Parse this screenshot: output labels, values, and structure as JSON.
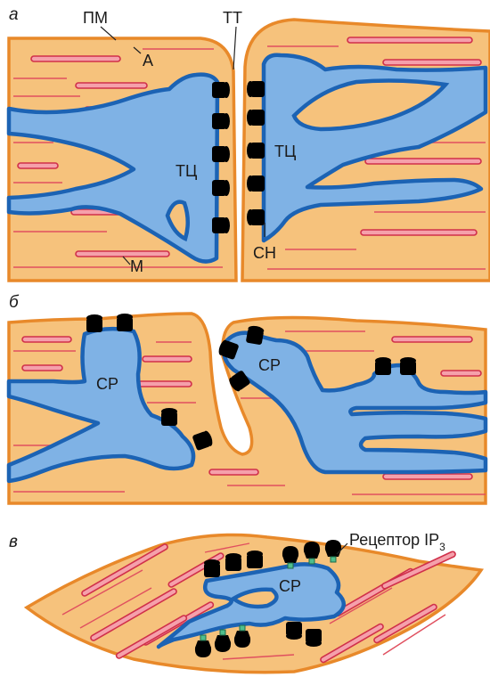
{
  "panels": {
    "a": {
      "letter": "а",
      "labels": {
        "pm": "ПМ",
        "a": "А",
        "tt": "ТТ",
        "tc_left": "ТЦ",
        "tc_right": "ТЦ",
        "m": "М",
        "sn": "СН"
      }
    },
    "b": {
      "letter": "б",
      "labels": {
        "sr_left": "СР",
        "sr_right": "СР"
      }
    },
    "c": {
      "letter": "в",
      "labels": {
        "sr": "СР",
        "receptor": "Рецептор IP",
        "receptor_sub": "3"
      }
    }
  },
  "colors": {
    "cytoplasm": "#f6c27c",
    "membrane": "#e8892a",
    "reticulum_fill": "#7fb2e5",
    "reticulum_border": "#1c63b4",
    "myofibril": "#f5a0ab",
    "ryanodine_receptor": "#a774b8",
    "ip3_receptor": "#4fbe8c"
  },
  "icons": {
    "ryanodine_receptor": "purple-channel-icon",
    "ip3_receptor": "green-channel-icon"
  }
}
